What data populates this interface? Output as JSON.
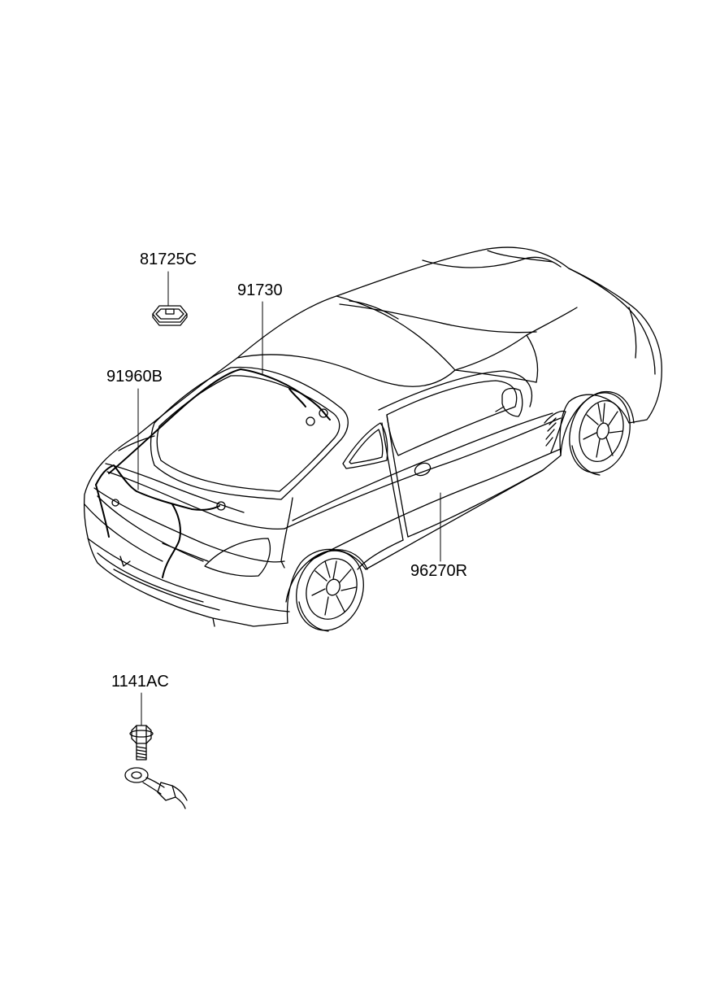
{
  "parts": {
    "room_lamp": "81725C",
    "roof_wiring": "91730",
    "trunk_wiring": "91960B",
    "door_wiring": "96270R",
    "ground_bolt": "1141AC"
  },
  "colors": {
    "line": "#000000",
    "background": "#ffffff",
    "fill": "#ffffff"
  }
}
